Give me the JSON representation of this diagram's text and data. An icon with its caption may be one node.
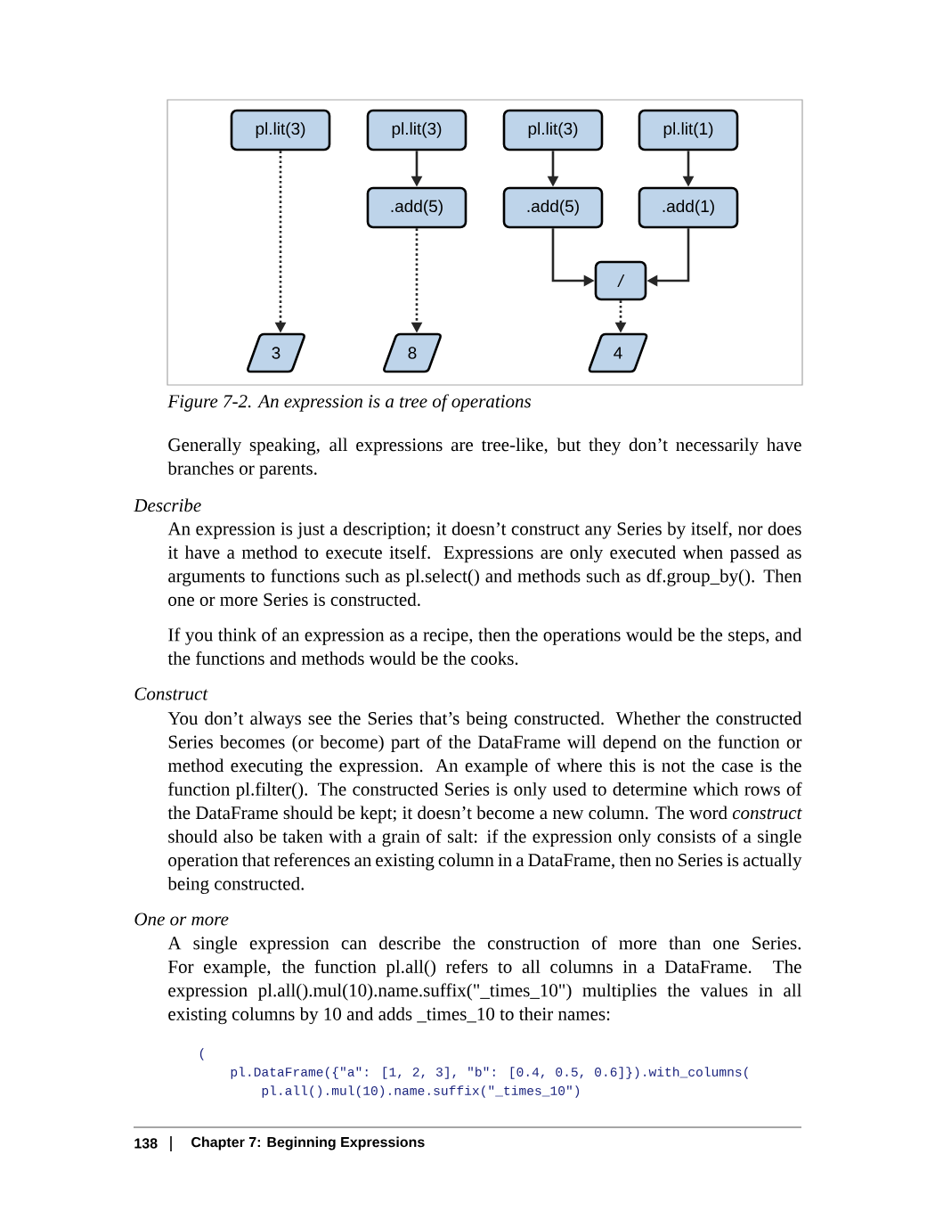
{
  "diagram": {
    "caption": "Figure 7-2. An expression is a tree of operations",
    "nodes": [
      {
        "text": [
          "pl.lit(3)"
        ]
      },
      {
        "text": [
          "pl.lit(3)"
        ]
      },
      {
        "text": [
          "pl.lit(3)"
        ]
      },
      {
        "text": [
          "pl.lit(1)"
        ]
      },
      {
        "text": [
          ".add(5)"
        ]
      },
      {
        "text": [
          ".add(5)"
        ]
      },
      {
        "text": [
          ".add(1)"
        ]
      },
      {
        "text": [
          "/"
        ]
      },
      {
        "text": [
          "3"
        ]
      },
      {
        "text": [
          "8"
        ]
      },
      {
        "text": [
          "4"
        ]
      }
    ],
    "edges": [
      {
        "from": 0,
        "to": 8,
        "arrow": "to",
        "style": "dashed"
      },
      {
        "from": 1,
        "to": 4,
        "arrow": "to"
      },
      {
        "from": 4,
        "to": 9,
        "arrow": "to",
        "style": "dashed"
      },
      {
        "from": 2,
        "to": 5,
        "arrow": "to"
      },
      {
        "from": 3,
        "to": 6,
        "arrow": "to"
      },
      {
        "from": 5,
        "to": 7,
        "arrow": "to"
      },
      {
        "from": 6,
        "to": 7,
        "arrow": "to"
      },
      {
        "from": 7,
        "to": 10,
        "arrow": "to",
        "style": "dashed"
      }
    ],
    "labels": [
      "Generally speaking, all expressions are tree-like, but they don’t necessarily have branches or parents.",
      "Describe",
      "An expression is just a description; it doesn’t construct any Series by itself, nor does it have a method to execute itself. Expressions are only executed when passed as arguments to functions such as pl.select() and methods such as df.group_by(). Then one or more Series is constructed.",
      "If you think of an expression as a recipe, then the operations would be the steps, and the functions and methods would be the cooks.",
      "Construct",
      "You don’t always see the Series that’s being constructed. Whether the constructed Series becomes (or become) part of the DataFrame will depend on the function or method executing the expression. An example of where this is not the case is the function pl.filter(). The constructed Series is only used to determine which rows of the DataFrame should be kept; it doesn’t become a new column. The word *construct* should also be taken with a grain of salt: if the expression only consists of a single operation that references an existing column in a DataFrame, then no Series is actually being constructed.",
      "One or more",
      "A single expression can describe the construction of more than one Series. For example, the function pl.all() refers to all columns in a DataFrame. The expression pl.all().mul(10).name.suffix(\"_times_10\") multiplies the values in all existing columns by 10 and adds _times_10 to their names:",
      "(",
      "pl.DataFrame({\"a\": [1, 2, 3], \"b\": [0.4, 0.5, 0.6]}).with_columns(",
      "pl.all().mul(10).name.suffix(\"_times_10\")",
      "138",
      "Chapter 7: Beginning Expressions"
    ]
  }
}
